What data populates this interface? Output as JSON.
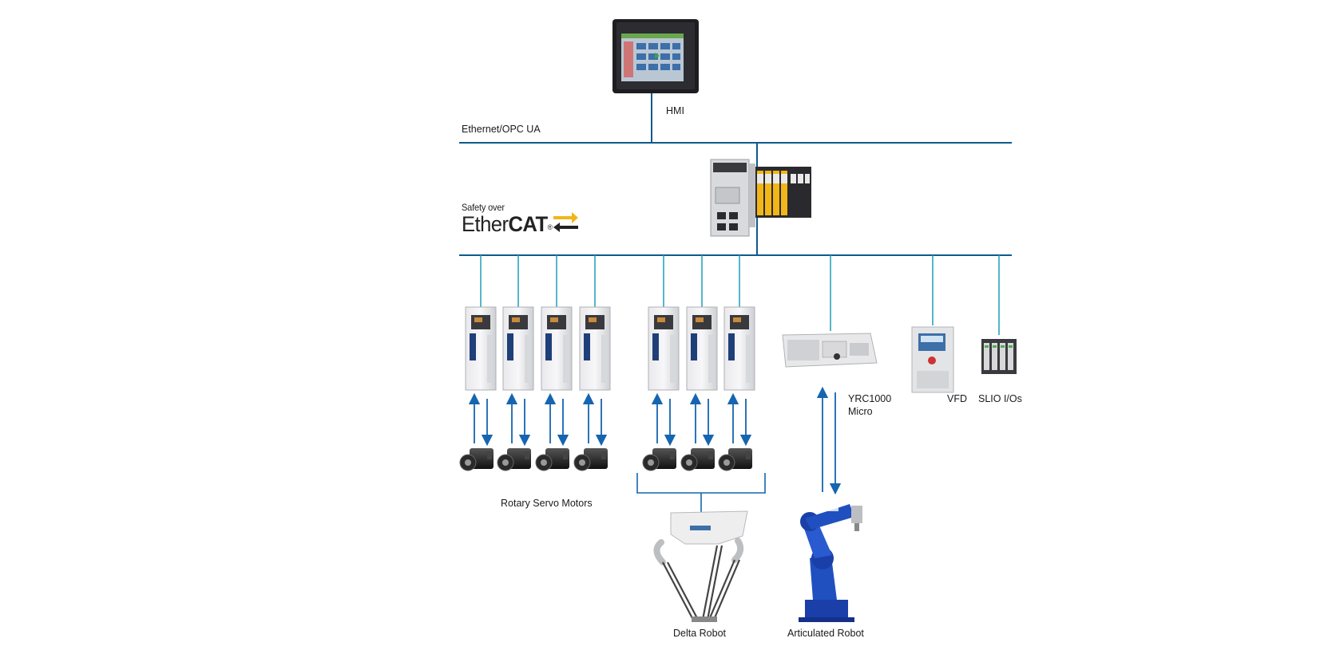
{
  "network": {
    "top_bus_label": "Ethernet/OPC UA",
    "fieldbus_logo_small": "Safety over",
    "fieldbus_logo_ether": "Ether",
    "fieldbus_logo_cat": "CAT",
    "fieldbus_logo_mark": "®"
  },
  "devices": {
    "hmi": "HMI",
    "yrc_line1": "YRC1000",
    "yrc_line2": "Micro",
    "vfd": "VFD",
    "slio": "SLIO I/Os",
    "servo_motors": "Rotary Servo Motors",
    "delta_robot": "Delta Robot",
    "articulated_robot": "Articulated Robot"
  },
  "colors": {
    "bus_line": "#0d5a8e",
    "drop_line": "#2aa5bd",
    "arrow": "#1565b0",
    "robot_blue": "#1a3fa8",
    "accent_yellow": "#f2b619"
  }
}
